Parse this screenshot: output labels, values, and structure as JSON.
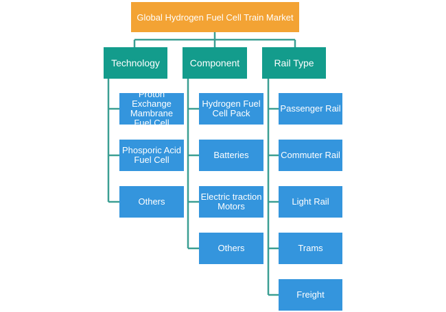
{
  "root": {
    "title": "Global Hydrogen Fuel Cell Train Market"
  },
  "categories": [
    {
      "label": "Technology",
      "items": [
        "Proton Exchange Mambrane Fuel Cell",
        "Phosporic Acid Fuel Cell",
        "Others"
      ]
    },
    {
      "label": "Component",
      "items": [
        "Hydrogen Fuel Cell Pack",
        "Batteries",
        "Electric traction Motors",
        "Others"
      ]
    },
    {
      "label": "Rail Type",
      "items": [
        "Passenger Rail",
        "Commuter Rail",
        "Light Rail",
        "Trams",
        "Freight"
      ]
    }
  ],
  "colors": {
    "root": "#F3A334",
    "category": "#139C8C",
    "leaf": "#3495DD",
    "connector": "#3A9E92"
  }
}
